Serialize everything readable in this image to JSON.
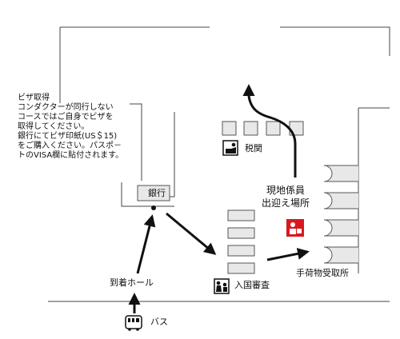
{
  "visa_note": {
    "lines": [
      "ビザ取得",
      "コンダクターが同行しない",
      "コースではご自身でビザを",
      "取得してください。",
      "銀行にてビザ印紙(US＄15)",
      "をご購入ください。パスポ－",
      "トのVISA欄に貼付されます。"
    ]
  },
  "labels": {
    "bank": "銀行",
    "customs": "税関",
    "staff_meeting": [
      "現地係員",
      "出迎え場所"
    ],
    "arrival_hall": "到着ホール",
    "immigration": "入国審査",
    "baggage_claim": "手荷物受取所",
    "bus": "バス"
  },
  "icons": {
    "customs": "customs-officer-icon",
    "immigration": "immigration-officer-icon",
    "staff_meeting": "meeting-point-icon",
    "bus": "bus-icon"
  },
  "colors": {
    "meeting_point": "#d7191f",
    "booth_fill": "#e8e8e8",
    "line": "#111111"
  }
}
